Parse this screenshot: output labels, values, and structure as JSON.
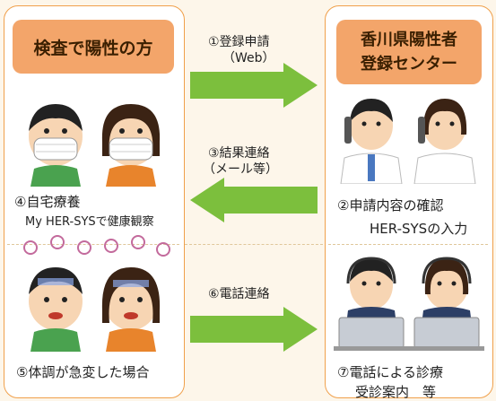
{
  "left_panel": {
    "header": "検査で陽性の方",
    "step4_title": "④自宅療養",
    "step4_sub": "My HER-SYSで健康観察",
    "step5": "⑤体調が急変した場合"
  },
  "right_panel": {
    "header_line1": "香川県陽性者",
    "header_line2": "登録センター",
    "step2_title": "②申請内容の確認",
    "step2_sub": "HER-SYSの入力",
    "step7_title": "⑦電話による診療",
    "step7_sub": "受診案内　等"
  },
  "arrows": {
    "a1_line1": "①登録申請",
    "a1_line2": "（Web）",
    "a3_line1": "③結果連絡",
    "a3_line2": "（メール等）",
    "a6": "⑥電話連絡"
  },
  "colors": {
    "arrow": "#7cbf3d",
    "header_bg": "#f3a56a",
    "panel_border": "#f0a04b"
  }
}
